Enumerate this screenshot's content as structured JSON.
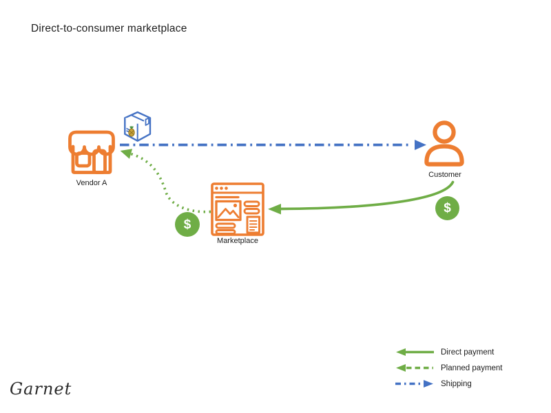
{
  "title": "Direct-to-consumer marketplace",
  "signature": "Garnet",
  "diagram": {
    "nodes": [
      {
        "id": "vendor",
        "label": "Vendor A",
        "icon": "storefront-icon",
        "color": "#ED7D31"
      },
      {
        "id": "marketplace",
        "label": "Marketplace",
        "icon": "browser-window-icon",
        "color": "#ED7D31"
      },
      {
        "id": "customer",
        "label": "Customer",
        "icon": "person-icon",
        "color": "#ED7D31"
      },
      {
        "id": "package",
        "label": "",
        "icon": "shipping-box-icon",
        "color": "#4472C4"
      }
    ],
    "badges": {
      "currency_symbol": "$",
      "color": "#6FAD46"
    },
    "edges": [
      {
        "from": "vendor",
        "to": "customer",
        "type": "shipping",
        "style": "dash-dot",
        "color": "#4472C4"
      },
      {
        "from": "customer",
        "to": "marketplace",
        "type": "direct-payment",
        "style": "solid",
        "color": "#6FAD46"
      },
      {
        "from": "marketplace",
        "to": "vendor",
        "type": "planned-payment",
        "style": "dotted",
        "color": "#6FAD46"
      }
    ]
  },
  "legend": {
    "items": [
      {
        "label": "Direct payment",
        "style": "solid",
        "color": "#6FAD46",
        "direction": "left"
      },
      {
        "label": "Planned payment",
        "style": "dashed",
        "color": "#6FAD46",
        "direction": "left"
      },
      {
        "label": "Shipping",
        "style": "dash-dot",
        "color": "#4472C4",
        "direction": "right"
      }
    ]
  }
}
